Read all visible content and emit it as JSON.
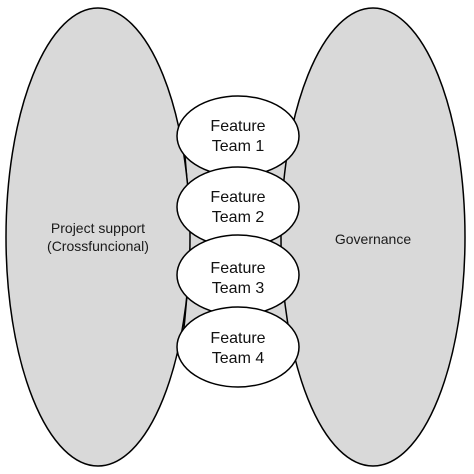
{
  "left_group": {
    "label_line1": "Project support",
    "label_line2": "(Crossfuncional)"
  },
  "right_group": {
    "label": "Governance"
  },
  "feature_teams": [
    {
      "line1": "Feature",
      "line2": "Team 1"
    },
    {
      "line1": "Feature",
      "line2": "Team 2"
    },
    {
      "line1": "Feature",
      "line2": "Team 3"
    },
    {
      "line1": "Feature",
      "line2": "Team 4"
    }
  ],
  "colors": {
    "group_fill": "#d9d9d9",
    "team_fill": "#ffffff",
    "stroke": "#000000"
  }
}
